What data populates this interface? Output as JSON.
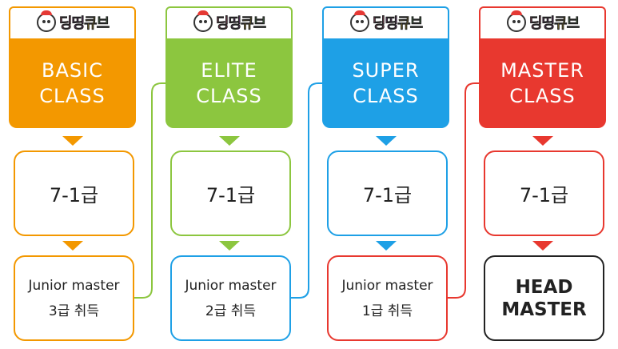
{
  "brand": {
    "logo_text": "딩띵큐브"
  },
  "columns": [
    {
      "class_line1": "BASIC",
      "class_line2": "CLASS",
      "grade": "7-1급",
      "result_line1": "Junior master",
      "result_line2": "3급 취득",
      "color": "#f39800",
      "result_border": "#f39800"
    },
    {
      "class_line1": "ELITE",
      "class_line2": "CLASS",
      "grade": "7-1급",
      "result_line1": "Junior master",
      "result_line2": "2급 취득",
      "color": "#8cc63f",
      "result_border": "#1ea0e6"
    },
    {
      "class_line1": "SUPER",
      "class_line2": "CLASS",
      "grade": "7-1급",
      "result_line1": "Junior master",
      "result_line2": "1급 취득",
      "color": "#1ea0e6",
      "result_border": "#e8382f"
    },
    {
      "class_line1": "MASTER",
      "class_line2": "CLASS",
      "grade": "7-1급",
      "result_line1": "HEAD",
      "result_line2": "MASTER",
      "color": "#e8382f",
      "result_border": "#222222"
    }
  ]
}
